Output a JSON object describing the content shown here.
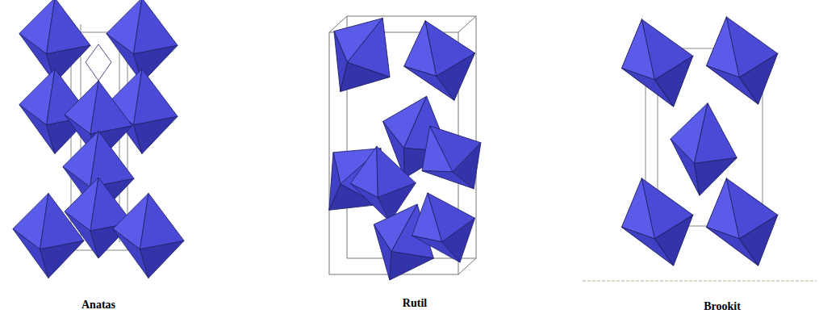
{
  "diagram": {
    "labels": [
      "Anatas",
      "Rutil",
      "Brookit"
    ]
  }
}
